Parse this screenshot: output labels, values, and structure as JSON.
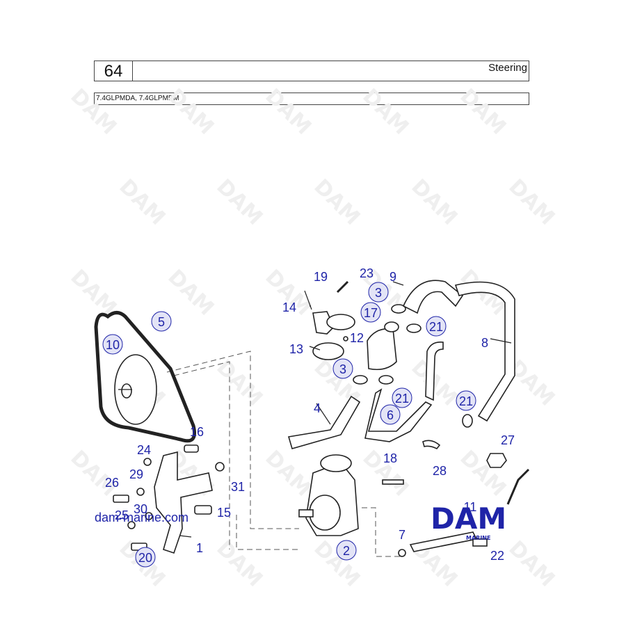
{
  "header": {
    "page_number": "64",
    "section_title": "Steering"
  },
  "models": "7.4GLPMDA, 7.4GLPMDM",
  "watermark": {
    "text": "DAM"
  },
  "site_url": "dam-marine.com",
  "logo": {
    "name": "DAM",
    "sub": "MARINE"
  },
  "colors": {
    "callout": "#1f24a8",
    "line": "#222222",
    "logo": "#1f24a8"
  },
  "callouts": [
    {
      "id": "c1",
      "label": "1",
      "circled": false
    },
    {
      "id": "c2",
      "label": "2",
      "circled": true
    },
    {
      "id": "c3a",
      "label": "3",
      "circled": true
    },
    {
      "id": "c3b",
      "label": "3",
      "circled": true
    },
    {
      "id": "c4",
      "label": "4",
      "circled": false
    },
    {
      "id": "c5",
      "label": "5",
      "circled": true
    },
    {
      "id": "c6",
      "label": "6",
      "circled": true
    },
    {
      "id": "c7",
      "label": "7",
      "circled": false
    },
    {
      "id": "c8",
      "label": "8",
      "circled": false
    },
    {
      "id": "c9",
      "label": "9",
      "circled": false
    },
    {
      "id": "c10",
      "label": "10",
      "circled": true
    },
    {
      "id": "c11",
      "label": "11",
      "circled": false
    },
    {
      "id": "c12",
      "label": "12",
      "circled": false
    },
    {
      "id": "c13",
      "label": "13",
      "circled": false
    },
    {
      "id": "c14",
      "label": "14",
      "circled": false
    },
    {
      "id": "c15",
      "label": "15",
      "circled": false
    },
    {
      "id": "c16",
      "label": "16",
      "circled": false
    },
    {
      "id": "c17",
      "label": "17",
      "circled": true
    },
    {
      "id": "c18",
      "label": "18",
      "circled": false
    },
    {
      "id": "c19",
      "label": "19",
      "circled": false
    },
    {
      "id": "c20",
      "label": "20",
      "circled": true
    },
    {
      "id": "c21a",
      "label": "21",
      "circled": true
    },
    {
      "id": "c21b",
      "label": "21",
      "circled": true
    },
    {
      "id": "c21c",
      "label": "21",
      "circled": true
    },
    {
      "id": "c22",
      "label": "22",
      "circled": false
    },
    {
      "id": "c23",
      "label": "23",
      "circled": false
    },
    {
      "id": "c24",
      "label": "24",
      "circled": false
    },
    {
      "id": "c25",
      "label": "25",
      "circled": false
    },
    {
      "id": "c26",
      "label": "26",
      "circled": false
    },
    {
      "id": "c27",
      "label": "27",
      "circled": false
    },
    {
      "id": "c28",
      "label": "28",
      "circled": false
    },
    {
      "id": "c29",
      "label": "29",
      "circled": false
    },
    {
      "id": "c30",
      "label": "30",
      "circled": false
    },
    {
      "id": "c31",
      "label": "31",
      "circled": false
    }
  ]
}
